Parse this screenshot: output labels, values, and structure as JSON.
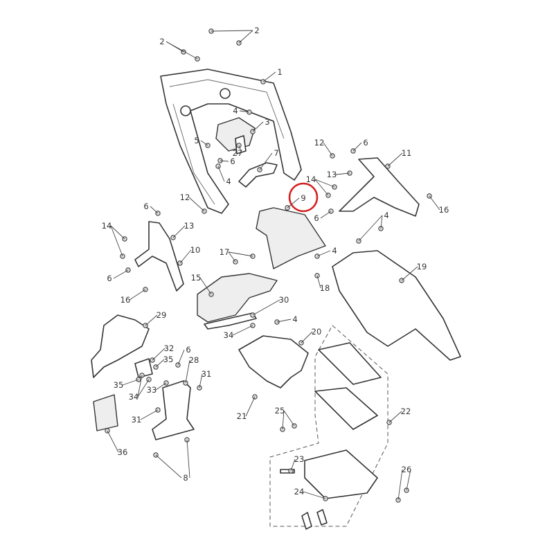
{
  "title": "Exploded parts diagram",
  "highlight_color": "#d42020",
  "highlighted_callout": "9",
  "callouts": [
    "2",
    "2",
    "1",
    "4",
    "3",
    "5",
    "27",
    "6",
    "4",
    "7",
    "12",
    "6",
    "11",
    "13",
    "14",
    "9",
    "16",
    "12",
    "6",
    "13",
    "14",
    "6",
    "4",
    "10",
    "17",
    "4",
    "19",
    "6",
    "15",
    "18",
    "16",
    "30",
    "29",
    "4",
    "34",
    "20",
    "32",
    "6",
    "35",
    "28",
    "31",
    "33",
    "35",
    "34",
    "21",
    "25",
    "22",
    "31",
    "36",
    "23",
    "8",
    "26",
    "24"
  ]
}
